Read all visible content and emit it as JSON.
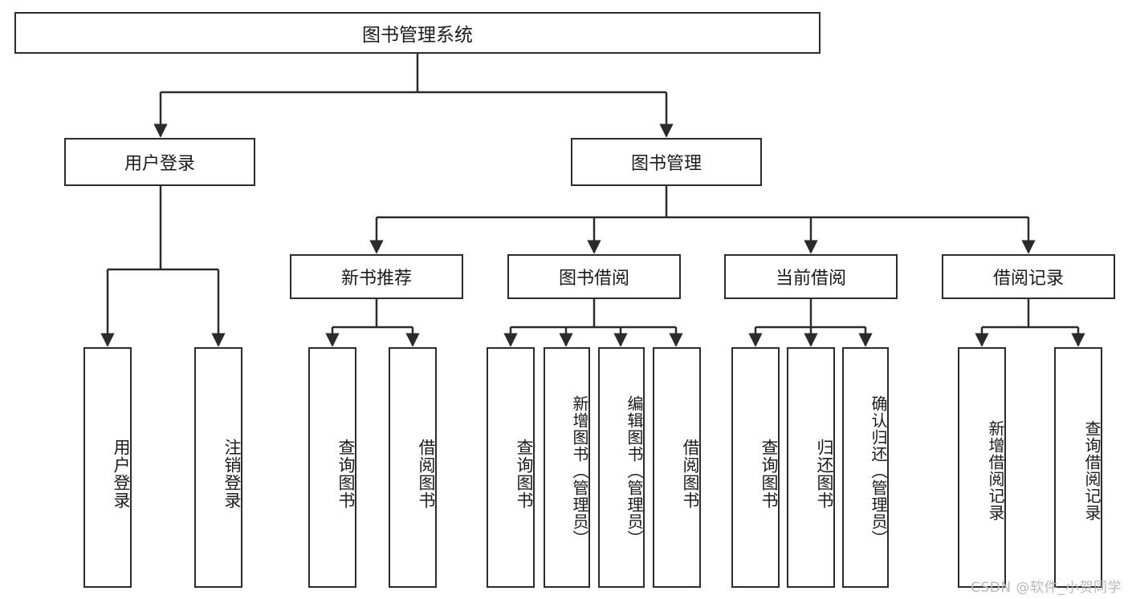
{
  "diagram": {
    "type": "tree-hierarchy",
    "title": "图书管理系统",
    "root": {
      "label": "图书管理系统"
    },
    "level2": [
      {
        "id": "user-login",
        "label": "用户登录"
      },
      {
        "id": "book-management",
        "label": "图书管理"
      }
    ],
    "level3": [
      {
        "id": "new-book-recommend",
        "label": "新书推荐",
        "parent": "book-management"
      },
      {
        "id": "book-borrow",
        "label": "图书借阅",
        "parent": "book-management"
      },
      {
        "id": "current-borrow",
        "label": "当前借阅",
        "parent": "book-management"
      },
      {
        "id": "borrow-record",
        "label": "借阅记录",
        "parent": "book-management"
      }
    ],
    "leaves": [
      {
        "id": "leaf-user-login",
        "label": "用户登录",
        "parent": "user-login"
      },
      {
        "id": "leaf-logout-login",
        "label": "注销登录",
        "parent": "user-login"
      },
      {
        "id": "leaf-query-book-1",
        "label": "查询图书",
        "parent": "new-book-recommend"
      },
      {
        "id": "leaf-borrow-book-1",
        "label": "借阅图书",
        "parent": "new-book-recommend"
      },
      {
        "id": "leaf-query-book-2",
        "label": "查询图书",
        "parent": "book-borrow"
      },
      {
        "id": "leaf-add-book",
        "label": "新增图书（管理员）",
        "parent": "book-borrow"
      },
      {
        "id": "leaf-edit-book",
        "label": "编辑图书（管理员）",
        "parent": "book-borrow"
      },
      {
        "id": "leaf-borrow-book-2",
        "label": "借阅图书",
        "parent": "book-borrow"
      },
      {
        "id": "leaf-query-book-3",
        "label": "查询图书",
        "parent": "current-borrow"
      },
      {
        "id": "leaf-return-book",
        "label": "归还图书",
        "parent": "current-borrow"
      },
      {
        "id": "leaf-confirm-return",
        "label": "确认归还（管理员）",
        "parent": "current-borrow"
      },
      {
        "id": "leaf-add-record",
        "label": "新增借阅记录",
        "parent": "borrow-record"
      },
      {
        "id": "leaf-query-record",
        "label": "查询借阅记录",
        "parent": "borrow-record"
      }
    ],
    "colors": {
      "border": "#2b2b2b",
      "background": "#ffffff",
      "text": "#1a1a1a",
      "watermark": "#b8b8b8"
    }
  },
  "watermark": {
    "text": "CSDN @软件_小贺同学"
  }
}
